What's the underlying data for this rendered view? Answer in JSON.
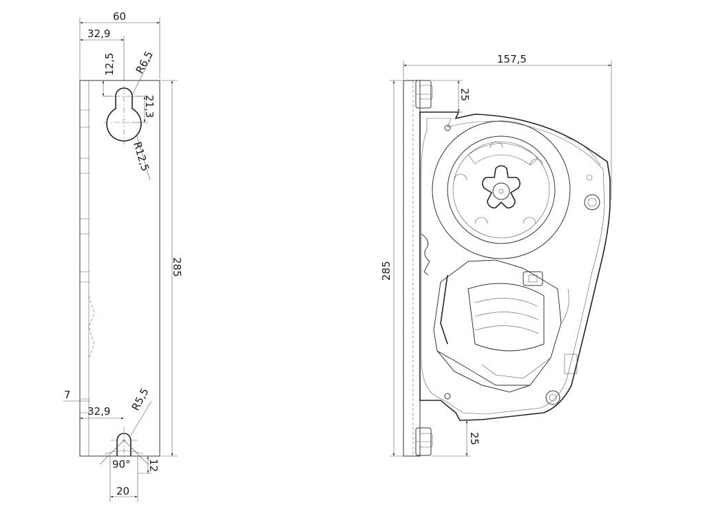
{
  "left_view": {
    "dim_width": "60",
    "dim_hole_offset_top": "32,9",
    "dim_top_vertical": "12,5",
    "dim_radius_small_top": "R6,5",
    "dim_slot_length": "21,3",
    "dim_radius_large": "R12,5",
    "dim_height": "285",
    "dim_bottom_offset": "7",
    "dim_hole_offset_bottom": "32,9",
    "dim_radius_small_bottom": "R5,5",
    "dim_angle": "90°",
    "dim_bottom_edge": "12",
    "dim_bottom_width": "20"
  },
  "right_view": {
    "dim_depth": "157,5",
    "dim_height": "285",
    "dim_top_offset": "25",
    "dim_bottom_offset": "25"
  },
  "colors": {
    "line": "#333333",
    "background": "#ffffff"
  }
}
